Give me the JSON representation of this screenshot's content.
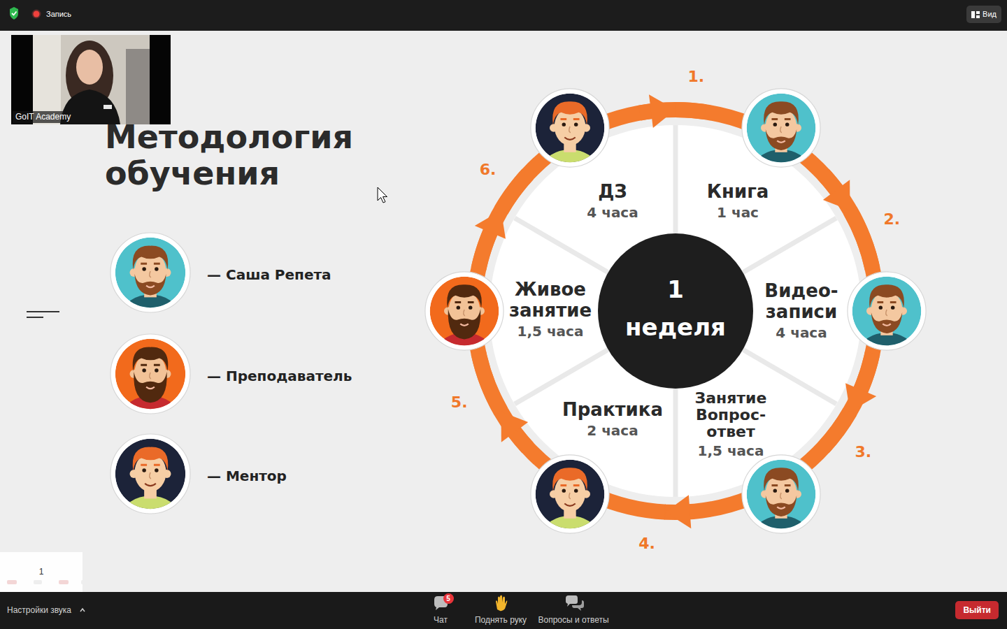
{
  "diagram": {
    "title": "Методология обучения",
    "nodes": [
      {
        "text": [
          "Вид"
        ]
      },
      {
        "text": [
          "ДЗ",
          "4 часа"
        ]
      },
      {
        "text": [
          "Книга",
          "1 час"
        ]
      },
      {
        "text": [
          "Живое занятие",
          "1,5 часа"
        ]
      },
      {
        "text": [
          "1 неделя"
        ]
      },
      {
        "text": [
          "Видео- записи",
          "4 часа"
        ]
      },
      {
        "text": [
          "Практика",
          "2 часа"
        ]
      },
      {
        "text": [
          "Занятие Вопрос- ответ",
          "1,5 часа"
        ]
      },
      {
        "text": [
          "5"
        ]
      },
      {
        "text": [
          "Выйти"
        ]
      }
    ],
    "edges": [
      {
        "from": 1,
        "to": 2,
        "arrow": "to",
        "label": "1."
      },
      {
        "from": 2,
        "to": 5,
        "arrow": "to",
        "label": "2."
      },
      {
        "from": 5,
        "to": 7,
        "arrow": "to",
        "label": "3."
      },
      {
        "from": 7,
        "to": 6,
        "arrow": "to",
        "label": "4."
      },
      {
        "from": 6,
        "to": 3,
        "arrow": "to",
        "label": "5."
      },
      {
        "from": 3,
        "to": 1,
        "arrow": "to",
        "label": "6."
      }
    ],
    "labels": [
      "Запись",
      "GoIT Academy",
      "1",
      "Настройки звука",
      "Чат",
      "Поднять руку",
      "Вопросы и ответы"
    ],
    "legend": [
      {
        "text": "— Саша Репета"
      },
      {
        "text": "— Преподаватель"
      },
      {
        "text": "— Ментор"
      }
    ]
  }
}
